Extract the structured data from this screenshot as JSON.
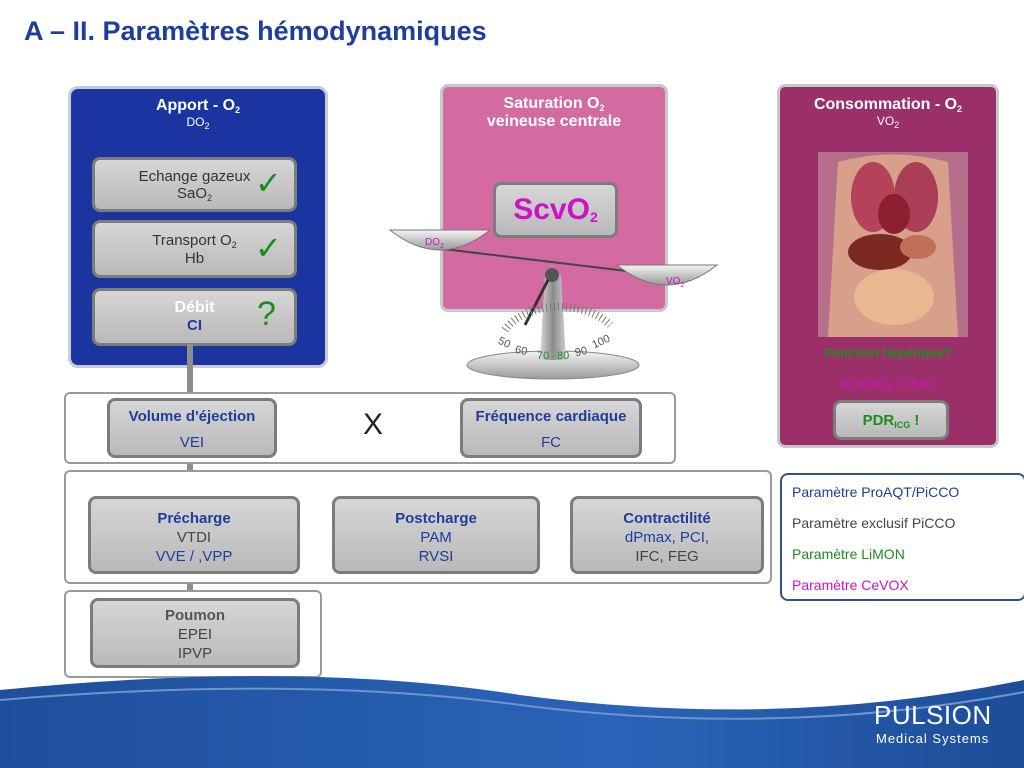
{
  "title": "A – II. Paramètres hémodynamiques",
  "apport": {
    "title": "Apport - O",
    "title_sub": "2",
    "code": "DO",
    "code_sub": "2",
    "echange_label": "Echange gazeux",
    "echange_value": "SaO",
    "echange_value_sub": "2",
    "transport_label": "Transport O",
    "transport_label_sub": "2",
    "transport_value": "Hb",
    "debit_label": "Débit",
    "debit_value": "CI",
    "check_symbol": "✓",
    "question_symbol": "?"
  },
  "saturation": {
    "line1": "Saturation O",
    "line1_sub": "2",
    "line2": "veineuse centrale",
    "scvo2": "ScvO",
    "scvo2_sub": "2",
    "do2_tag": "DO",
    "do2_tag_sub": "2",
    "vo2_tag": "VO",
    "vo2_tag_sub": "2",
    "gauge_ticks": [
      "50",
      "60",
      "70",
      "80",
      "90",
      "100"
    ]
  },
  "consommation": {
    "title": "Consommation - O",
    "title_sub": "2",
    "code": "VO",
    "code_sub": "2",
    "fonction": "Fonction hépatique?",
    "ex_prefix": "ex.ScvO",
    "ex_sub": "2",
    "ex_suffix": " >75%?",
    "pdr": "PDR",
    "pdr_sub": "ICG",
    "pdr_suffix": " !"
  },
  "row2": {
    "ve_label": "Volume d'éjection",
    "ve_value": "VEI",
    "x_symbol": "X",
    "fc_label": "Fréquence cardiaque",
    "fc_value": "FC"
  },
  "row3": {
    "pre_label": "Précharge",
    "pre_line1": "VTDI",
    "pre_line2": "VVE / ,VPP",
    "post_label": "Postcharge",
    "post_line1": "PAM",
    "post_line2": "RVSI",
    "contr_label": "Contractilité",
    "contr_line1": "dPmax, PCI,",
    "contr_line2": "IFC, FEG"
  },
  "poumon": {
    "label": "Poumon",
    "line1": "EPEI",
    "line2": "IPVP"
  },
  "legend": [
    {
      "text": "Paramètre ProAQT/PiCCO",
      "color": "#1f3d9c"
    },
    {
      "text": "Paramètre exclusif PiCCO",
      "color": "#444444"
    },
    {
      "text": "Paramètre LiMON",
      "color": "#1c8c1c"
    },
    {
      "text": "Paramètre CeVOX",
      "color": "#d010c8"
    }
  ],
  "brand": {
    "name": "PULSION",
    "subtitle": "Medical Systems"
  },
  "colors": {
    "title_blue": "#1f3d9c",
    "green": "#1c8c1c",
    "magenta": "#d010c8",
    "apport_panel": "#1b35a0",
    "saturation_panel": "#d36aa2",
    "consommation_panel": "#9b2f6a"
  }
}
